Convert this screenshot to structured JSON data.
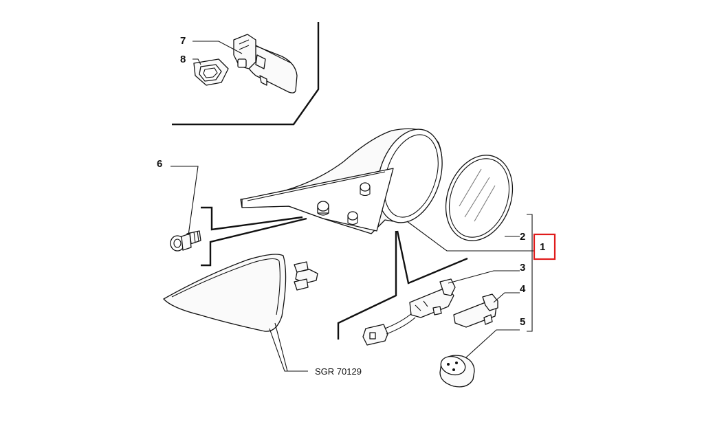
{
  "diagram": {
    "reference_code": "SGR 70129",
    "callouts": {
      "c1": "1",
      "c2": "2",
      "c3": "3",
      "c4": "4",
      "c5": "5",
      "c6": "6",
      "c7": "7",
      "c8": "8"
    },
    "highlighted_callout": "1",
    "highlight_color": "#e01b1b",
    "line_color": "#111111"
  }
}
